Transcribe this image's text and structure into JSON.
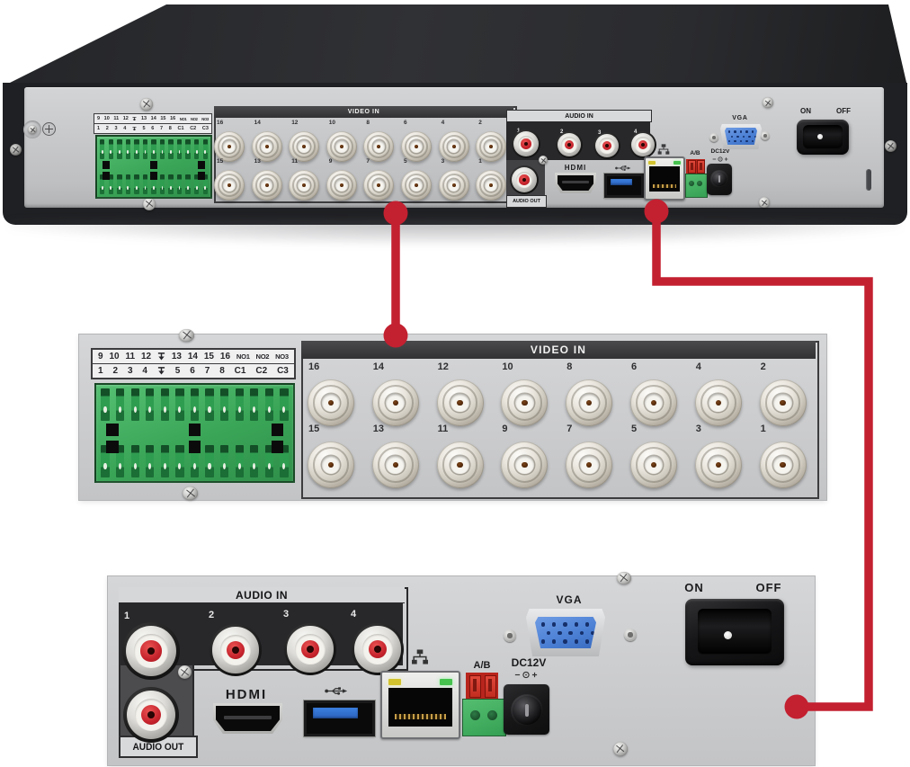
{
  "figure": {
    "description_name": "dvr-rear-panel-annotated-figure"
  },
  "palette": {
    "accent_red": "#c32030",
    "panel_gray": "#c7c8ca",
    "chassis_dark": "#1f2023",
    "terminal_green": "#3aa557",
    "vga_blue": "#4a7fd4",
    "usb_blue": "#2f6fd0",
    "rca_red": "#c5232c",
    "led_yellow": "#d2c22e",
    "led_green": "#46c24e"
  },
  "labels": {
    "video_in": "VIDEO IN",
    "audio_in": "AUDIO IN",
    "audio_out": "AUDIO OUT",
    "hdmi": "HDMI",
    "ab": "A/B",
    "dc12v": "DC12V",
    "vga": "VGA",
    "on": "ON",
    "off": "OFF"
  },
  "terminal_block": {
    "row1": [
      "9",
      "10",
      "11",
      "12",
      "GND",
      "13",
      "14",
      "15",
      "16",
      "NO1",
      "NO2",
      "NO3"
    ],
    "row2": [
      "1",
      "2",
      "3",
      "4",
      "GND",
      "5",
      "6",
      "7",
      "8",
      "C1",
      "C2",
      "C3"
    ]
  },
  "bnc": {
    "top_row": [
      "16",
      "14",
      "12",
      "10",
      "8",
      "6",
      "4",
      "2"
    ],
    "bottom_row": [
      "15",
      "13",
      "11",
      "9",
      "7",
      "5",
      "3",
      "1"
    ]
  },
  "audio_jacks": [
    "1",
    "2",
    "3",
    "4"
  ],
  "icons": {
    "ethernet": "network-nodes-icon",
    "usb": "usb-trident-icon",
    "ground": "earth-ground-icon",
    "dc_polarity": "dc-polarity-icon"
  }
}
